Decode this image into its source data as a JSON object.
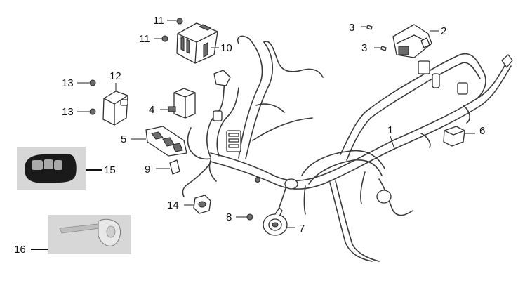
{
  "diagram": {
    "callouts": [
      {
        "id": "1",
        "label": "1"
      },
      {
        "id": "2",
        "label": "2"
      },
      {
        "id": "3a",
        "label": "3"
      },
      {
        "id": "3b",
        "label": "3"
      },
      {
        "id": "4",
        "label": "4"
      },
      {
        "id": "5",
        "label": "5"
      },
      {
        "id": "6",
        "label": "6"
      },
      {
        "id": "7",
        "label": "7"
      },
      {
        "id": "8",
        "label": "8"
      },
      {
        "id": "9",
        "label": "9"
      },
      {
        "id": "10",
        "label": "10"
      },
      {
        "id": "11a",
        "label": "11"
      },
      {
        "id": "11b",
        "label": "11"
      },
      {
        "id": "12",
        "label": "12"
      },
      {
        "id": "13a",
        "label": "13"
      },
      {
        "id": "13b",
        "label": "13"
      },
      {
        "id": "14",
        "label": "14"
      },
      {
        "id": "15",
        "label": "15"
      },
      {
        "id": "16",
        "label": "16"
      }
    ],
    "colors": {
      "line": "#2f2f2f",
      "photo_background": "#d7d7d7",
      "key_fob_body": "#1a1a1a",
      "key_buttons": "#a9a9a9"
    }
  }
}
